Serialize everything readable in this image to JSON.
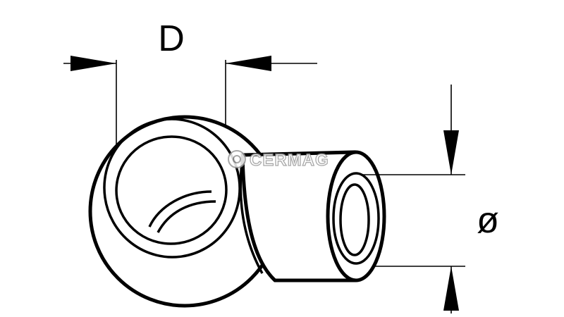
{
  "dimensions": {
    "bore_label": "D",
    "diameter_label": "ø"
  },
  "watermark": {
    "brand": "CERMAG"
  }
}
